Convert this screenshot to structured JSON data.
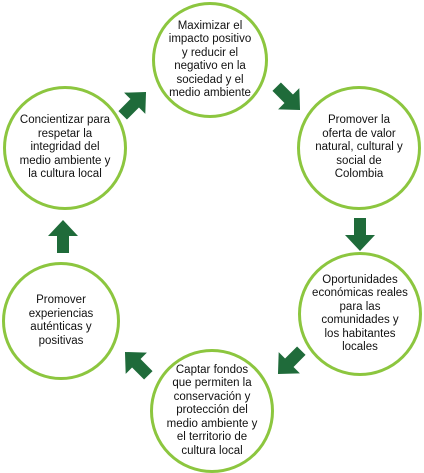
{
  "cycle": {
    "colors": {
      "ring": "#8cc63f",
      "arrow": "#1f6b3a",
      "text": "#111111"
    },
    "nodes": [
      {
        "id": "maximizar",
        "text": "Maximizar el\nimpacto positivo\ny reducir el\nnegativo en la\nsociedad y el\nmedio ambiente"
      },
      {
        "id": "promover-oferta",
        "text": "Promover la\noferta de valor\nnatural, cultural y\nsocial de\nColombia"
      },
      {
        "id": "oportunidades",
        "text": "Oportunidades\neconómicas reales\npara las\ncomunidades y\nlos habitantes\nlocales"
      },
      {
        "id": "captar-fondos",
        "text": "Captar fondos\nque permiten la\nconservación y\nprotección del\nmedio ambiente y\nel territorio de\ncultura local"
      },
      {
        "id": "experiencias",
        "text": "Promover\nexperiencias\nauténticas y\npositivas"
      },
      {
        "id": "concientizar",
        "text": "Concientizar para\nrespetar la\nintegridad del\nmedio ambiente y\nla cultura local"
      }
    ],
    "arrows": [
      {
        "from": "maximizar",
        "to": "promover-oferta",
        "icon": "arrow-down-right-icon"
      },
      {
        "from": "promover-oferta",
        "to": "oportunidades",
        "icon": "arrow-down-icon"
      },
      {
        "from": "oportunidades",
        "to": "captar-fondos",
        "icon": "arrow-down-left-icon"
      },
      {
        "from": "captar-fondos",
        "to": "experiencias",
        "icon": "arrow-up-left-icon"
      },
      {
        "from": "experiencias",
        "to": "concientizar",
        "icon": "arrow-up-icon"
      },
      {
        "from": "concientizar",
        "to": "maximizar",
        "icon": "arrow-up-right-icon"
      }
    ]
  }
}
